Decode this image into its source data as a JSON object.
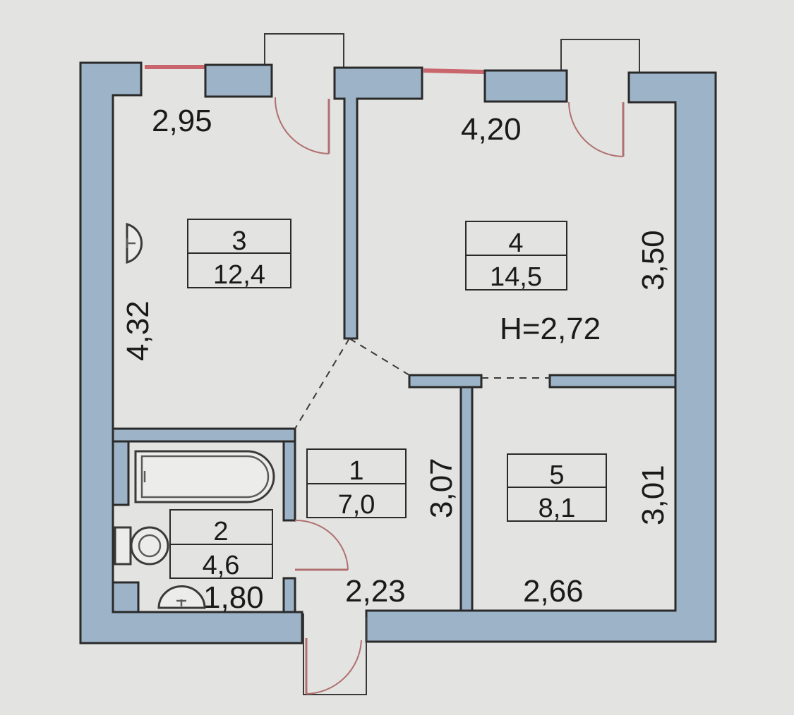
{
  "rooms": [
    {
      "number": "3",
      "area": "12,4"
    },
    {
      "number": "4",
      "area": "14,5"
    },
    {
      "number": "1",
      "area": "7,0"
    },
    {
      "number": "2",
      "area": "4,6"
    },
    {
      "number": "5",
      "area": "8,1"
    }
  ],
  "dimensions": {
    "room3_width": "2,95",
    "room3_length": "4,32",
    "room4_width": "4,20",
    "room4_length": "3,50",
    "ceiling_height": "H=2,72",
    "hall_length": "3,07",
    "hall_width": "2,23",
    "bath_width": "1,80",
    "room5_length": "3,01",
    "room5_width": "2,66"
  }
}
